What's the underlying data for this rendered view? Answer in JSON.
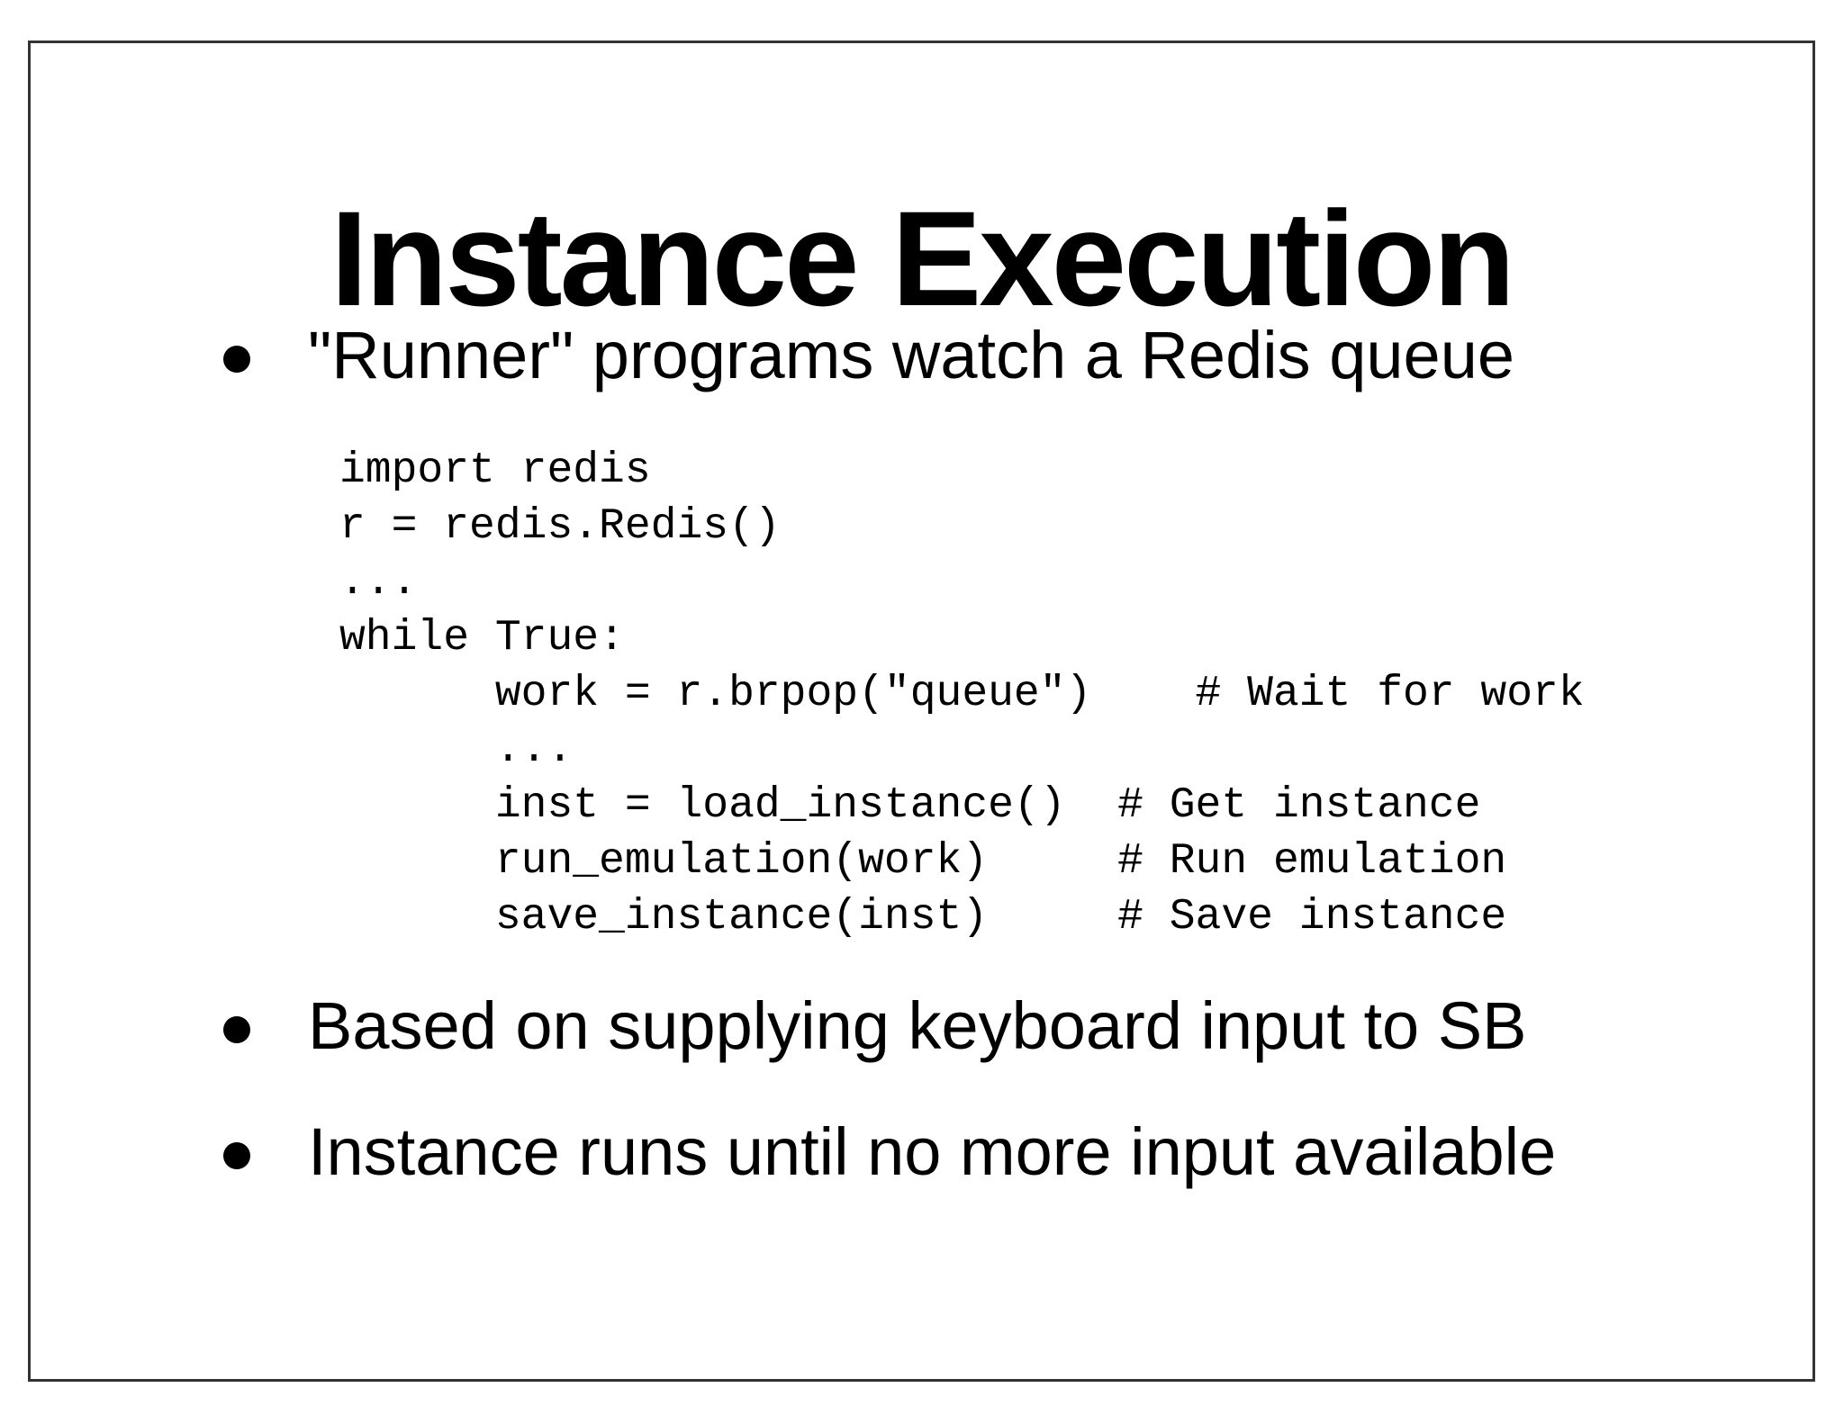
{
  "slide": {
    "title": "Instance Execution",
    "bullets": [
      {
        "label": "\"Runner\" programs watch a Redis queue"
      },
      {
        "label": "Based on supplying keyboard input to SB"
      },
      {
        "label": "Instance runs until no more input available"
      }
    ],
    "code": {
      "lines": [
        "import redis",
        "r = redis.Redis()",
        "...",
        "while True:",
        "      work = r.brpop(\"queue\")    # Wait for work",
        "      ...",
        "      inst = load_instance()  # Get instance",
        "      run_emulation(work)     # Run emulation",
        "      save_instance(inst)     # Save instance"
      ]
    },
    "colors": {
      "background": "#ffffff",
      "text": "#000000",
      "border": "#333333"
    }
  }
}
